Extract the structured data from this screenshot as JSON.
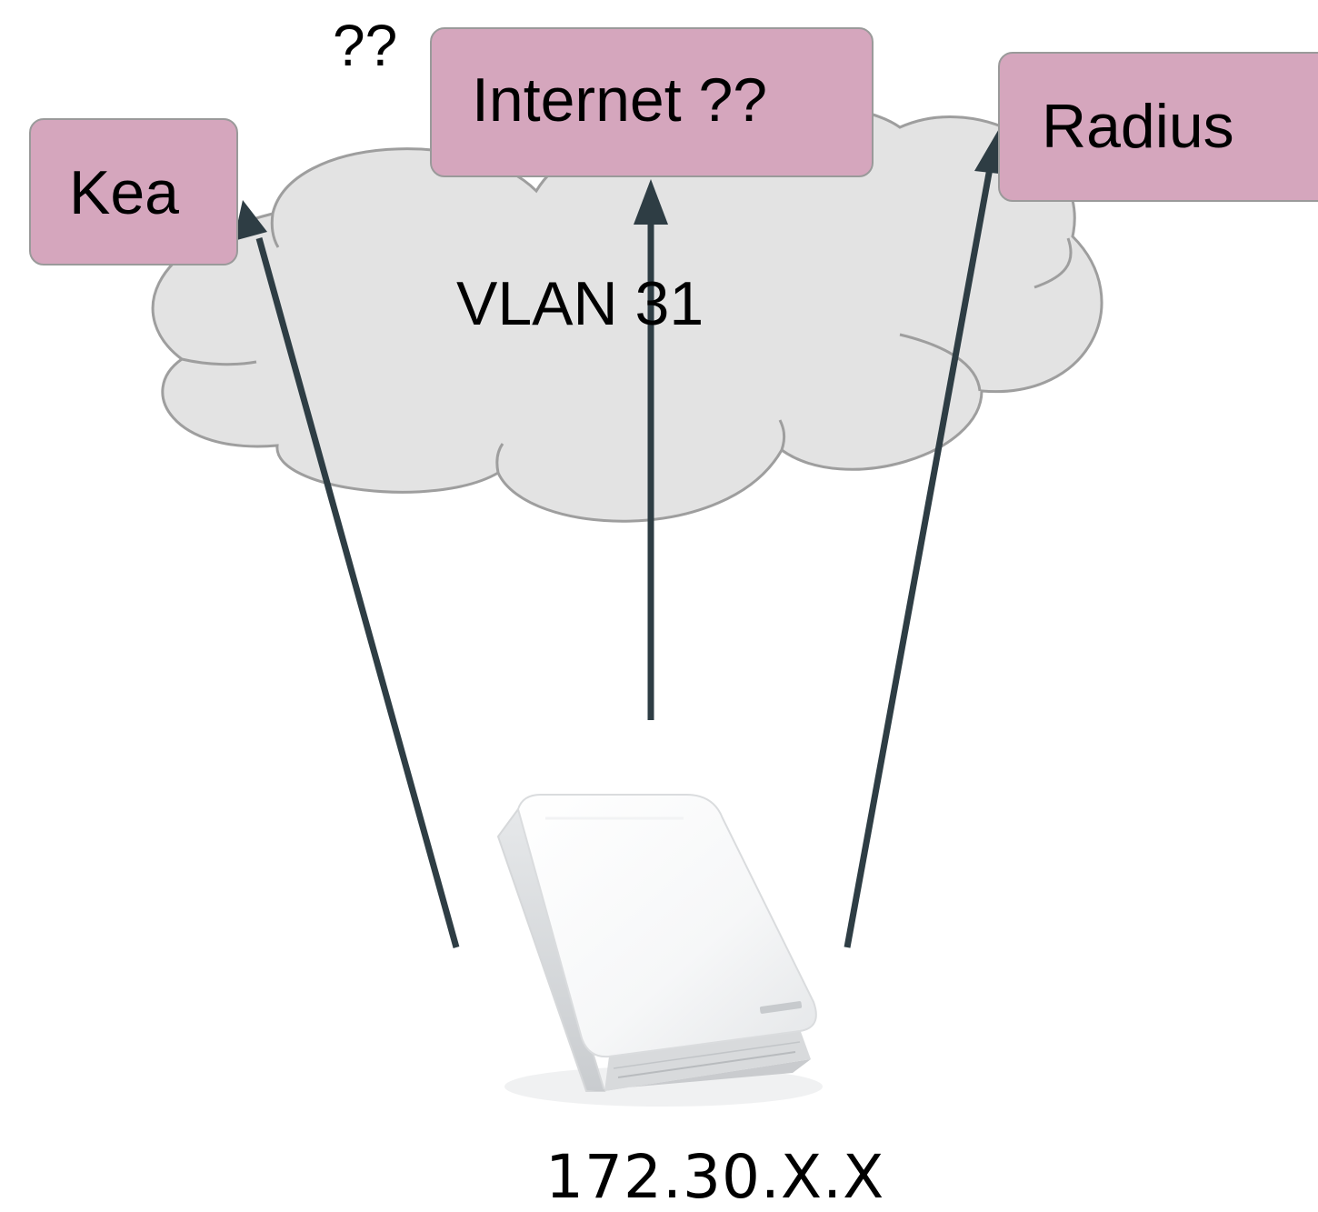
{
  "diagram": {
    "nodes": {
      "kea": {
        "label": "Kea",
        "fill": "#d5a6bd"
      },
      "internet": {
        "label": "Internet ??",
        "fill": "#d5a6bd"
      },
      "radius": {
        "label": "Radius",
        "fill": "#d5a6bd"
      }
    },
    "annotation_question": "??",
    "network_label": "VLAN 31",
    "device_address": "172.30.X.X",
    "cloud_fill": "#e3e3e3",
    "arrow_color": "#2e3d44",
    "device_icon": "access-point-icon",
    "edges": [
      {
        "from": "access-point",
        "to": "Kea"
      },
      {
        "from": "access-point",
        "to": "Internet ??"
      },
      {
        "from": "access-point",
        "to": "Radius"
      }
    ]
  }
}
